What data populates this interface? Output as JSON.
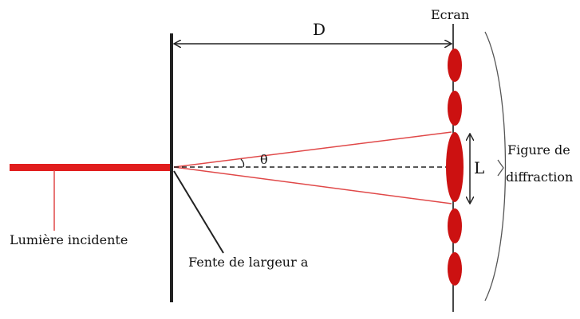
{
  "diagram": {
    "labels": {
      "distance": "D",
      "screen": "Ecran",
      "angle": "θ",
      "central_width": "L",
      "figure_line1": "Figure de",
      "figure_line2": "diffraction",
      "incident_light": "Lumière incidente",
      "slit": "Fente de largeur a"
    },
    "colors": {
      "beam": "#e11d1d",
      "fringe": "#cc1111",
      "ink": "#222222",
      "ray": "#e04848"
    }
  }
}
